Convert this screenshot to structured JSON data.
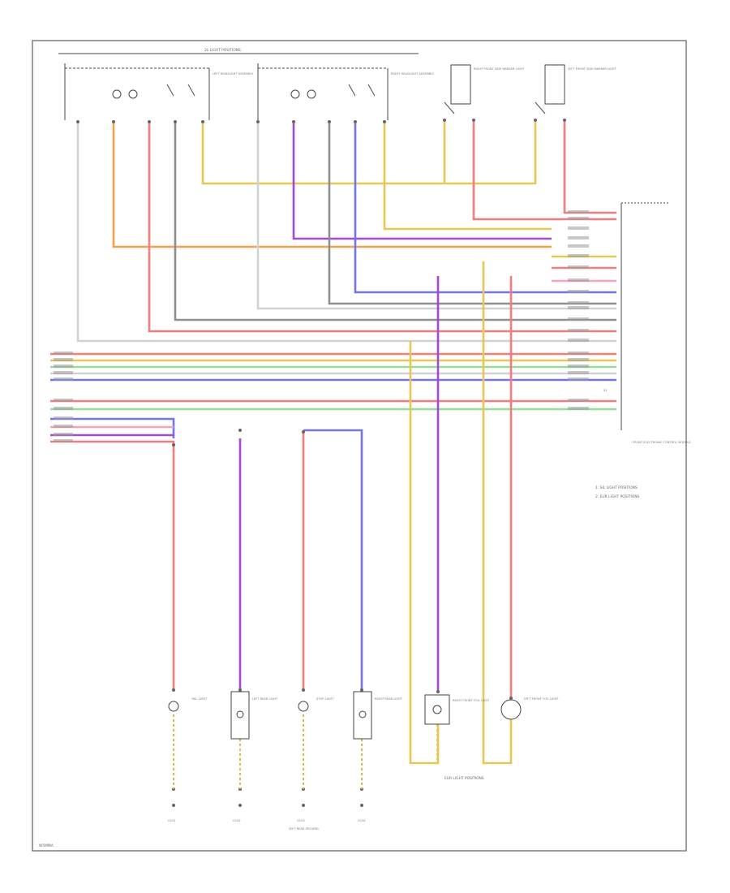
{
  "diagram": {
    "header_label": "2L LIGHT POSITIONS",
    "footer_code": "W5MMA",
    "module_label": "FRONT ELECTRONIC CONTROL MODULE",
    "module_connector_label": "X1",
    "legend": [
      "1: SIL LIGHT POSITIONS",
      "2: EUR LIGHT POSITIONS"
    ],
    "bottom_label": "EUR LIGHT POSITIONS",
    "top_components": [
      "LEFT HEADLIGHT ASSEMBLY",
      "RIGHT HEADLIGHT ASSEMBLY",
      "RIGHT FRONT SIDE MARKER LIGHT",
      "LEFT FRONT SIDE MARKER LIGHT"
    ],
    "bottom_components": [
      "TAIL LIGHT",
      "LEFT REAR LIGHT",
      "STOP LIGHT",
      "RIGHT REAR LIGHT",
      "RIGHT FRONT FOG LIGHT",
      "LEFT FRONT FOG LIGHT"
    ],
    "grounds": [
      "G101",
      "G102",
      "G103",
      "G104"
    ],
    "ground_note": "LEFT REAR GROUND",
    "wire_colors": {
      "red": "#f47c7c",
      "purple": "#a24bd0",
      "orange": "#f6a04a",
      "yellow": "#e6c857",
      "gray": "#8f8f8f",
      "lightgray": "#d2d2d2",
      "blue": "#7474f0",
      "green": "#96de96",
      "pink": "#f7a2b6",
      "black": "#4a4a4a"
    }
  }
}
